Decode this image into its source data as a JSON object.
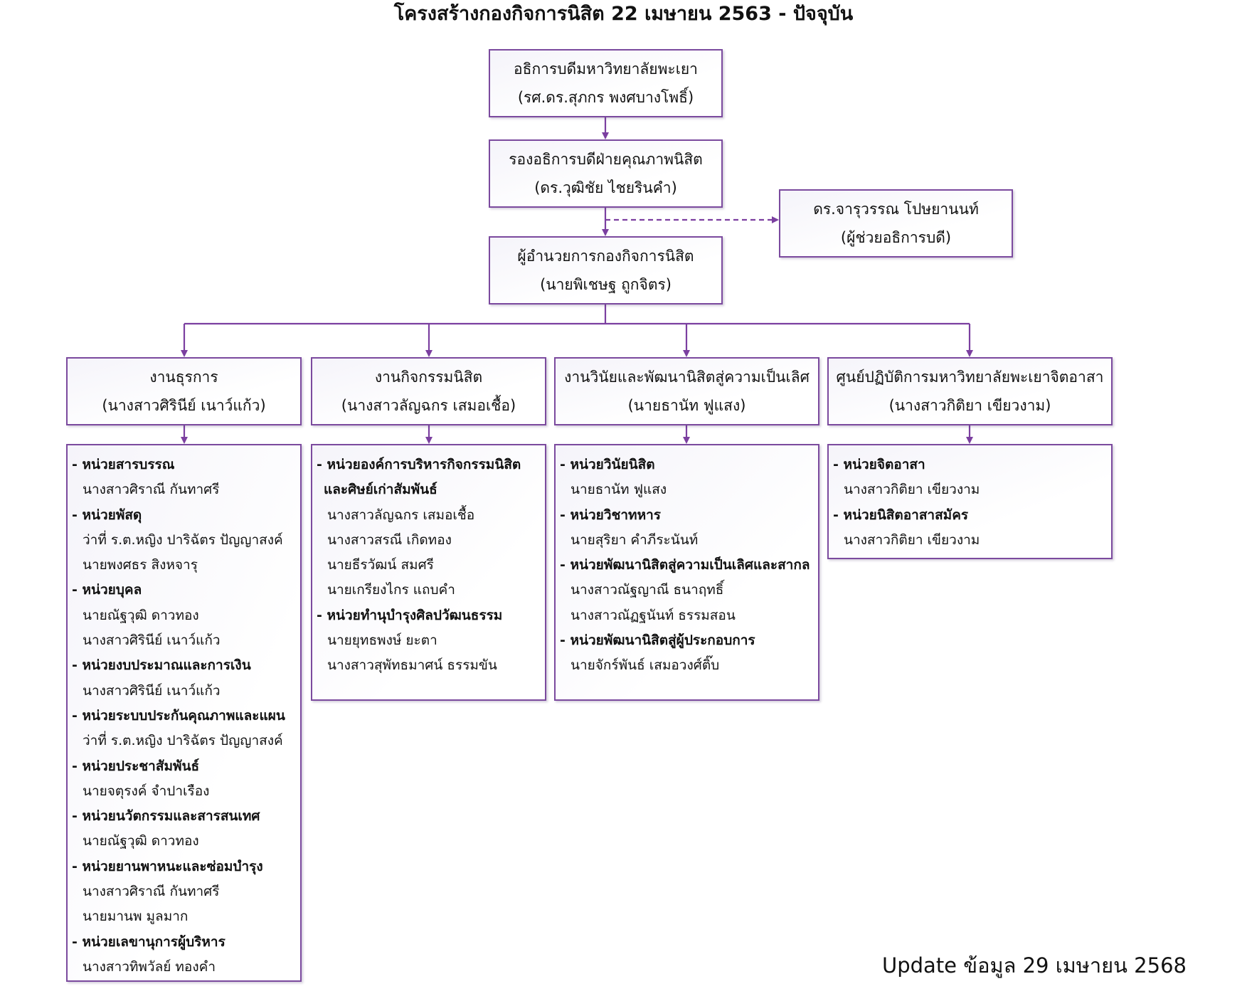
{
  "title": "โครงสร้างกองกิจการนิสิต 22 เมษายน 2563 - ปัจจุบัน",
  "top_nodes": {
    "president": {
      "title": "อธิการบดีมหาวิทยาลัยพะเยา",
      "person": "(รศ.ดร.สุภกร พงศบางโพธิ์)"
    },
    "vice_president": {
      "title": "รองอธิการบดีฝ่ายคุณภาพนิสิต",
      "person": "(ดร.วุฒิชัย ไชยรินคำ)"
    },
    "assistant": {
      "title": "ดร.จารุวรรณ โปษยานนท์",
      "person": "(ผู้ช่วยอธิการบดี)"
    },
    "director": {
      "title": "ผู้อำนวยการกองกิจการนิสิต",
      "person": "(นายพิเชษฐ ถูกจิตร)"
    }
  },
  "departments": [
    {
      "title": "งานธุรการ",
      "person": "(นางสาวศิรินีย์ เนาว์แก้ว)"
    },
    {
      "title": "งานกิจกรรมนิสิต",
      "person": "(นางสาวลัญฉกร เสมอเชื้อ)"
    },
    {
      "title": "งานวินัยและพัฒนานิสิตสู่ความเป็นเลิศ",
      "person": "(นายธานัท ฟูแสง)"
    },
    {
      "title": "ศูนย์ปฏิบัติการมหาวิทยาลัยพะเยาจิตอาสา",
      "person": "(นางสาวกิติยา เขียวงาม)"
    }
  ],
  "unit_lists": [
    [
      {
        "type": "head",
        "text": "- หน่วยสารบรรณ"
      },
      {
        "type": "member",
        "text": "นางสาวศิราณี กันทาศรี"
      },
      {
        "type": "head",
        "text": "- หน่วยพัสดุ"
      },
      {
        "type": "member",
        "text": "ว่าที่ ร.ต.หญิง ปาริฉัตร ปัญญาสงค์"
      },
      {
        "type": "member",
        "text": "นายพงศธร สิงหจารุ"
      },
      {
        "type": "head",
        "text": "- หน่วยบุคล"
      },
      {
        "type": "member",
        "text": "นายณัฐวุฒิ ดาวทอง"
      },
      {
        "type": "member",
        "text": "นางสาวศิรินีย์ เนาว์แก้ว"
      },
      {
        "type": "head",
        "text": "- หน่วยงบประมาณและการเงิน"
      },
      {
        "type": "member",
        "text": "นางสาวศิรินีย์ เนาว์แก้ว"
      },
      {
        "type": "head",
        "text": "- หน่วยระบบประกันคุณภาพและแผน"
      },
      {
        "type": "member",
        "text": "ว่าที่ ร.ต.หญิง ปาริฉัตร ปัญญาสงค์"
      },
      {
        "type": "head",
        "text": "- หน่วยประชาสัมพันธ์"
      },
      {
        "type": "member",
        "text": "นายจตุรงค์ จำปาเรือง"
      },
      {
        "type": "head",
        "text": "- หน่วยนวัตกรรมและสารสนเทศ"
      },
      {
        "type": "member",
        "text": "นายณัฐวุฒิ ดาวทอง"
      },
      {
        "type": "head",
        "text": "- หน่วยยานพาหนะและซ่อมบำรุง"
      },
      {
        "type": "member",
        "text": "นางสาวศิราณี กันทาศรี"
      },
      {
        "type": "member",
        "text": "นายมานพ มูลมาก"
      },
      {
        "type": "head",
        "text": "- หน่วยเลขานุการผู้บริหาร"
      },
      {
        "type": "member",
        "text": "นางสาวทิพวัลย์ ทองคำ"
      }
    ],
    [
      {
        "type": "head",
        "text": "- หน่วยองค์การบริหารกิจกรรมนิสิต"
      },
      {
        "type": "head-cont",
        "text": "และศิษย์เก่าสัมพันธ์"
      },
      {
        "type": "member",
        "text": "นางสาวลัญฉกร เสมอเชื้อ"
      },
      {
        "type": "member",
        "text": "นางสาวสรณี เกิดทอง"
      },
      {
        "type": "member",
        "text": "นายธีรวัฒน์ สมศรี"
      },
      {
        "type": "member",
        "text": "นายเกรียงไกร แถบคำ"
      },
      {
        "type": "head",
        "text": "- หน่วยทำนุบำรุงศิลปวัฒนธรรม"
      },
      {
        "type": "member",
        "text": "นายยุทธพงษ์ ยะตา"
      },
      {
        "type": "member",
        "text": "นางสาวสุพัทธมาศน์ ธรรมขัน"
      }
    ],
    [
      {
        "type": "head",
        "text": "- หน่วยวินัยนิสิต"
      },
      {
        "type": "member",
        "text": "นายธานัท ฟูแสง"
      },
      {
        "type": "head",
        "text": "- หน่วยวิชาทหาร"
      },
      {
        "type": "member",
        "text": "นายสุริยา คำภีระนันท์"
      },
      {
        "type": "head",
        "text": "- หน่วยพัฒนานิสิตสู่ความเป็นเลิศและสากล"
      },
      {
        "type": "member",
        "text": "นางสาวณัฐญาณี ธนาฤทธิ์"
      },
      {
        "type": "member",
        "text": "นางสาวณัฏฐนันท์ ธรรมสอน"
      },
      {
        "type": "head",
        "text": "- หน่วยพัฒนานิสิตสู่ผู้ประกอบการ"
      },
      {
        "type": "member",
        "text": "นายจักร์พันธ์ เสมอวงศ์ติ๊บ"
      }
    ],
    [
      {
        "type": "head",
        "text": "- หน่วยจิตอาสา"
      },
      {
        "type": "member",
        "text": "นางสาวกิติยา เขียวงาม"
      },
      {
        "type": "head",
        "text": "- หน่วยนิสิตอาสาสมัคร"
      },
      {
        "type": "member",
        "text": "นางสาวกิติยา เขียวงาม"
      }
    ]
  ],
  "footer": "Update ข้อมูล 29 เมษายน 2568",
  "colors": {
    "line": "#7b3fa0",
    "border": "#7b4a9e"
  }
}
